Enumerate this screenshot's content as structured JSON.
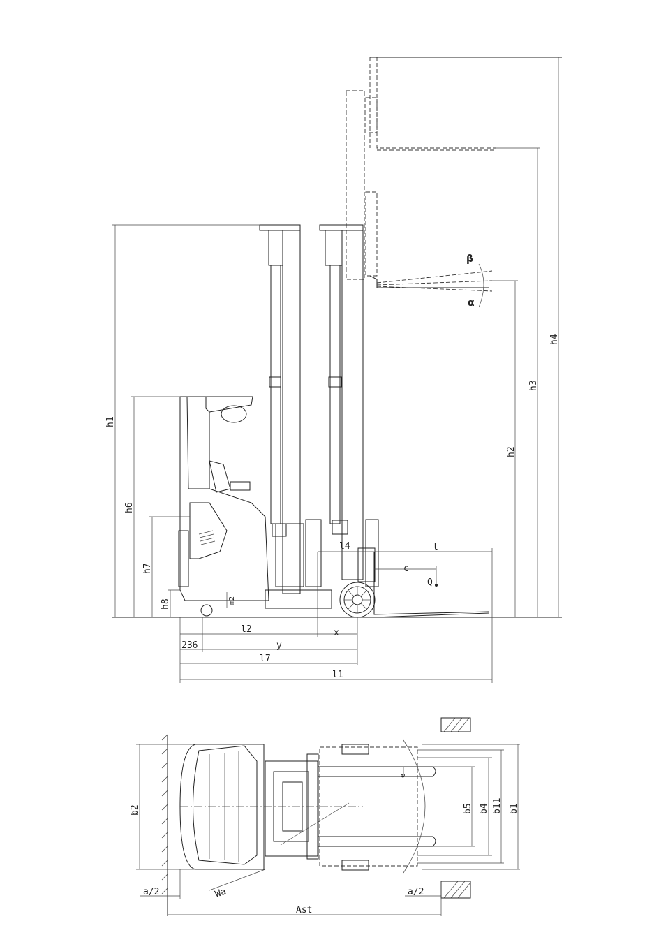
{
  "side_view": {
    "dimensions": {
      "h1": "h1",
      "h2": "h2",
      "h3": "h3",
      "h4": "h4",
      "h6": "h6",
      "h7": "h7",
      "h8": "h8",
      "l": "l",
      "l1": "l1",
      "l2": "l2",
      "l4": "l4",
      "l7": "l7",
      "c": "c",
      "q": "Q",
      "x": "x",
      "y": "y",
      "m2": "m2",
      "rear": "236",
      "alpha": "α",
      "beta": "β"
    }
  },
  "top_view": {
    "dimensions": {
      "b1": "b1",
      "b2": "b2",
      "b4": "b4",
      "b5": "b5",
      "b11": "b11",
      "e": "e",
      "wa": "Wa",
      "ast": "Ast",
      "a_half_left": "a/2",
      "a_half_right": "a/2"
    }
  }
}
